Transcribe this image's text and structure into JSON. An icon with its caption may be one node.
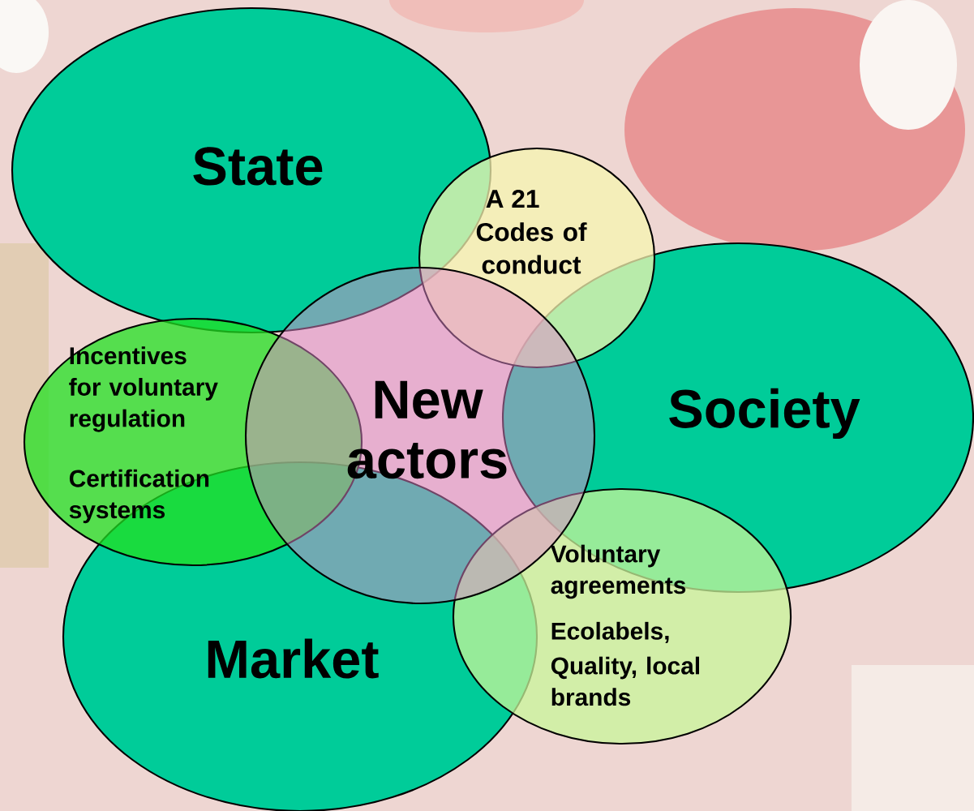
{
  "diagram": {
    "nodes": [
      {
        "text": [
          "State"
        ]
      },
      {
        "text": [
          "A 21",
          "Codes of conduct"
        ]
      },
      {
        "text": [
          "Society"
        ]
      },
      {
        "text": [
          "Incentives for voluntary regulation",
          "Certification systems"
        ]
      },
      {
        "text": [
          "New actors"
        ]
      },
      {
        "text": [
          "Market"
        ]
      },
      {
        "text": [
          "Voluntary agreements",
          "Ecolabels,",
          "Quality, local brands"
        ]
      }
    ]
  }
}
